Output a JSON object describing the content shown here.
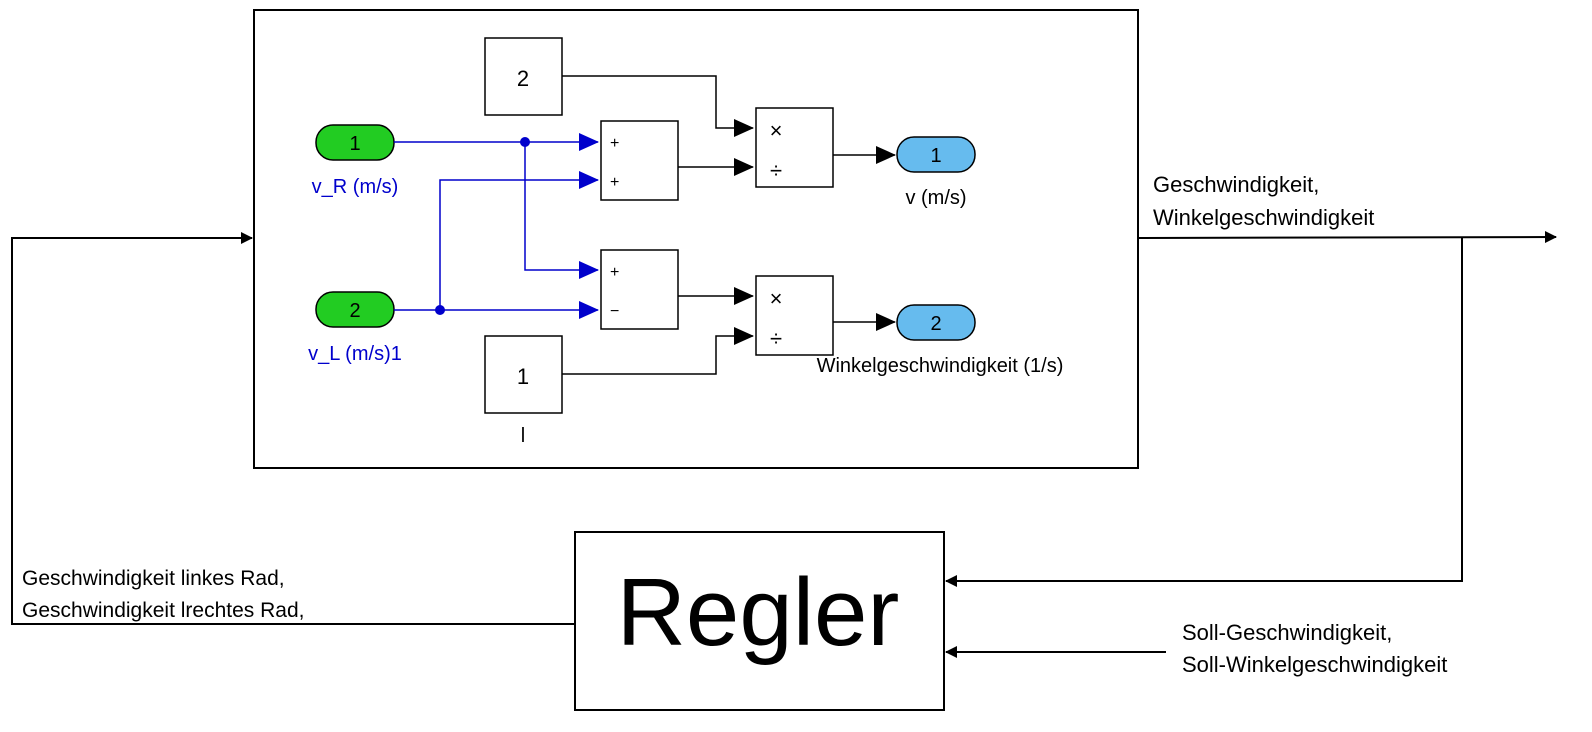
{
  "subsystem": {
    "inports": [
      {
        "number": "1",
        "label": "v_R (m/s)"
      },
      {
        "number": "2",
        "label": "v_L (m/s)1"
      }
    ],
    "constants": [
      {
        "value": "2",
        "label": ""
      },
      {
        "value": "1",
        "label": "l"
      }
    ],
    "sum_upper": {
      "sign1": "+",
      "sign2": "+"
    },
    "sum_lower": {
      "sign1": "+",
      "sign2": "−"
    },
    "product_upper": {
      "mul": "×",
      "div": "÷"
    },
    "product_lower": {
      "mul": "×",
      "div": "÷"
    },
    "outports": [
      {
        "number": "1",
        "label": "v (m/s)"
      },
      {
        "number": "2",
        "label": "Winkelgeschwindigkeit (1/s)"
      }
    ]
  },
  "output_signal": {
    "line1": "Geschwindigkeit,",
    "line2": "Winkelgeschwindigkeit"
  },
  "controller": {
    "label": "Regler"
  },
  "feedback_signal": {
    "line1": "Geschwindigkeit linkes Rad,",
    "line2": "Geschwindigkeit lrechtes Rad,"
  },
  "reference_signal": {
    "line1": "Soll-Geschwindigkeit,",
    "line2": "Soll-Winkelgeschwindigkeit"
  },
  "colors": {
    "signal_blue": "#0000cc",
    "inport_fill": "#22cc22",
    "outport_fill": "#66bbee",
    "line_black": "#000000"
  }
}
